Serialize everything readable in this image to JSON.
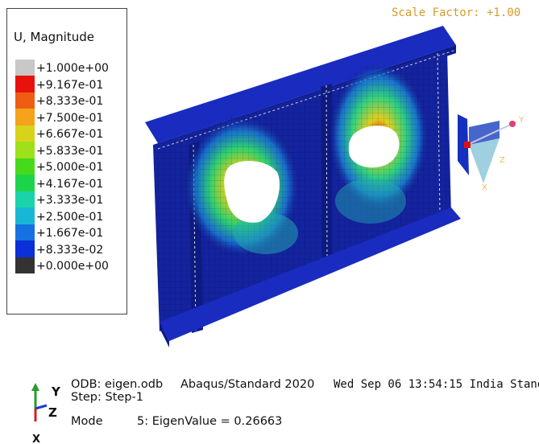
{
  "legend": {
    "title": "U, Magnitude",
    "values": [
      "+1.000e+00",
      "+9.167e-01",
      "+8.333e-01",
      "+7.500e-01",
      "+6.667e-01",
      "+5.833e-01",
      "+5.000e-01",
      "+4.167e-01",
      "+3.333e-01",
      "+2.500e-01",
      "+1.667e-01",
      "+8.333e-02",
      "+0.000e+00"
    ],
    "colors": [
      "#c8c8c8",
      "#e8120c",
      "#ef5d12",
      "#f4a31a",
      "#d8d31a",
      "#9fe01a",
      "#47d91c",
      "#1cd44a",
      "#1bd3a8",
      "#19b7d6",
      "#1572e0",
      "#0b2fd8",
      "#333333"
    ]
  },
  "viewport": {
    "scale_factor": "Scale Factor: +1.00"
  },
  "info": {
    "odb": "ODB: eigen.odb",
    "solver": "Abaqus/Standard 2020",
    "timestamp": "Wed Sep 06 13:54:15 India Standa",
    "step": "Step: Step-1",
    "mode": "Mode",
    "eigen": "5: EigenValue =  0.26663"
  },
  "triad": {
    "y": "Y",
    "z": "Z",
    "x": "X"
  }
}
